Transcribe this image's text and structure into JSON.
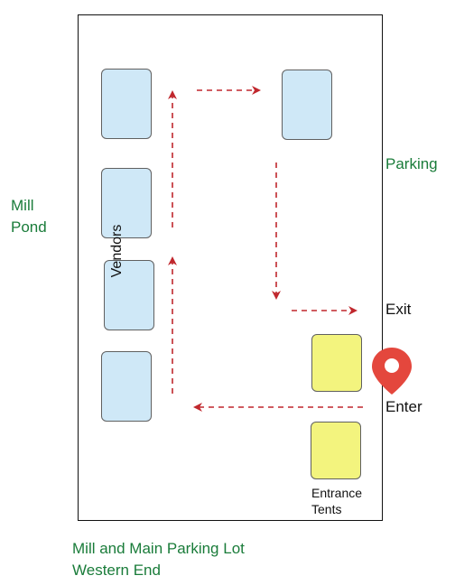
{
  "map": {
    "labels": {
      "mill_pond_line1": "Mill",
      "mill_pond_line2": "Pond",
      "parking": "Parking",
      "vendors": "Vendors",
      "exit": "Exit",
      "enter": "Enter",
      "entrance_tents_line1": "Entrance",
      "entrance_tents_line2": "Tents",
      "caption_line1": "Mill and Main Parking Lot",
      "caption_line2": "Western End"
    },
    "icons": {
      "entry_marker": "map-pin-icon",
      "flow_arrows": "dashed-arrow-icon"
    },
    "colors": {
      "area_label": "#1a7c3a",
      "vendor_tent_fill": "#cfe8f7",
      "entrance_tent_fill": "#f3f47e",
      "flow_arrow": "#c0272d",
      "pin_fill": "#e4473d",
      "outline": "#111111"
    }
  }
}
